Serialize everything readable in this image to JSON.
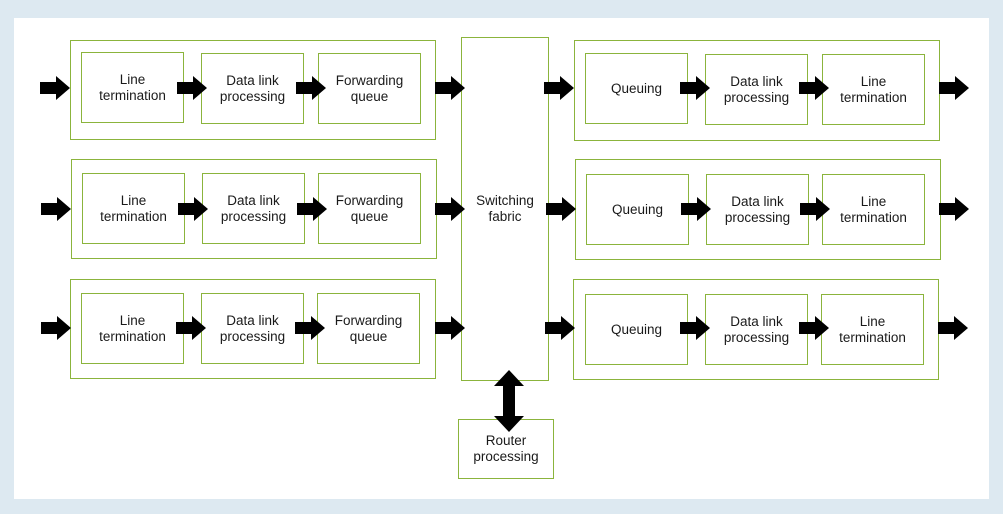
{
  "colors": {
    "background": "#dde9f1",
    "canvas": "#ffffff",
    "box_border": "#8bb43c",
    "arrow": "#000000",
    "text": "#1a1a1a"
  },
  "input_ports": [
    {
      "stages": [
        "Line\ntermination",
        "Data link\nprocessing",
        "Forwarding\nqueue"
      ]
    },
    {
      "stages": [
        "Line\ntermination",
        "Data link\nprocessing",
        "Forwarding\nqueue"
      ]
    },
    {
      "stages": [
        "Line\ntermination",
        "Data link\nprocessing",
        "Forwarding\nqueue"
      ]
    }
  ],
  "switching_fabric": "Switching\nfabric",
  "output_ports": [
    {
      "stages": [
        "Queuing",
        "Data link\nprocessing",
        "Line\ntermination"
      ]
    },
    {
      "stages": [
        "Queuing",
        "Data link\nprocessing",
        "Line\ntermination"
      ]
    },
    {
      "stages": [
        "Queuing",
        "Data link\nprocessing",
        "Line\ntermination"
      ]
    }
  ],
  "router_processing": "Router\nprocessing"
}
